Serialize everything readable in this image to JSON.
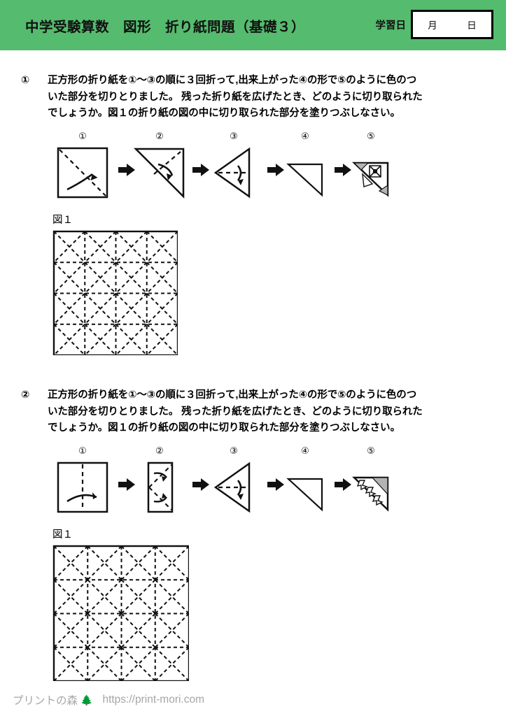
{
  "header": {
    "title": "中学受験算数　図形　折り紙問題（基礎３）",
    "study_date_label": "学習日",
    "month_label": "月",
    "day_label": "日",
    "bg_color": "#55bb6e"
  },
  "problems": [
    {
      "number": "①",
      "text_lines": [
        "正方形の折り紙を①〜③の順に３回折って,出来上がった④の形で⑤のように色のつ",
        "いた部分を切りとりました。 残った折り紙を広げたとき、どのように切り取られた",
        "でしょうか。図１の折り紙の図の中に切り取られた部分を塗りつぶしなさい。"
      ],
      "steps": [
        {
          "label": "①",
          "art": "square-diagonal-fold"
        },
        {
          "label": "②",
          "art": "triangle-fold"
        },
        {
          "label": "③",
          "art": "left-triangle-fold"
        },
        {
          "label": "④",
          "art": "small-triangle"
        },
        {
          "label": "⑤",
          "art": "shaded-triangle-a"
        }
      ],
      "arrows": [
        "➡",
        "➡",
        "➡",
        "➡"
      ],
      "figure_label": "図１",
      "grid": {
        "cols": 4,
        "rows": 4,
        "size": 177
      }
    },
    {
      "number": "②",
      "text_lines": [
        "正方形の折り紙を①〜③の順に３回折って,出来上がった④の形で⑤のように色のつ",
        "いた部分を切りとりました。 残った折り紙を広げたとき、どのように切り取られた",
        "でしょうか。図１の折り紙の図の中に切り取られた部分を塗りつぶしなさい。"
      ],
      "steps": [
        {
          "label": "①",
          "art": "square-vertical-fold"
        },
        {
          "label": "②",
          "art": "rect-diagonal-fold"
        },
        {
          "label": "③",
          "art": "left-triangle-fold"
        },
        {
          "label": "④",
          "art": "small-triangle"
        },
        {
          "label": "⑤",
          "art": "shaded-triangle-b"
        }
      ],
      "arrows": [
        "➡",
        "➡",
        "➡",
        "➡"
      ],
      "figure_label": "図１",
      "grid": {
        "cols": 4,
        "rows": 4,
        "size": 193
      }
    }
  ],
  "footer": {
    "brand": "プリントの森",
    "tree_icon": "🌲",
    "url": "https://print-mori.com"
  }
}
